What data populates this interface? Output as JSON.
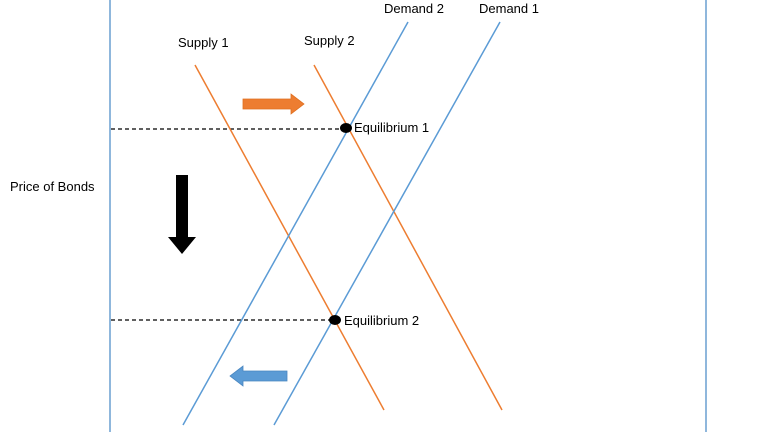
{
  "labels": {
    "y_axis": "Price of Bonds",
    "supply_1": "Supply 1",
    "supply_2": "Supply 2",
    "demand_1": "Demand 1",
    "demand_2": "Demand 2",
    "equilibrium_1": "Equilibrium 1",
    "equilibrium_2": "Equilibrium 2"
  },
  "colors": {
    "supply": "#ED7D31",
    "demand": "#5B9BD5",
    "frame": "#6A9FD0",
    "shift_right_arrow": "#ED7D31",
    "shift_left_arrow": "#5B9BD5",
    "price_drop_arrow": "#000000"
  },
  "arrows": {
    "supply_shift": "right",
    "demand_shift": "left",
    "price_change": "down"
  }
}
